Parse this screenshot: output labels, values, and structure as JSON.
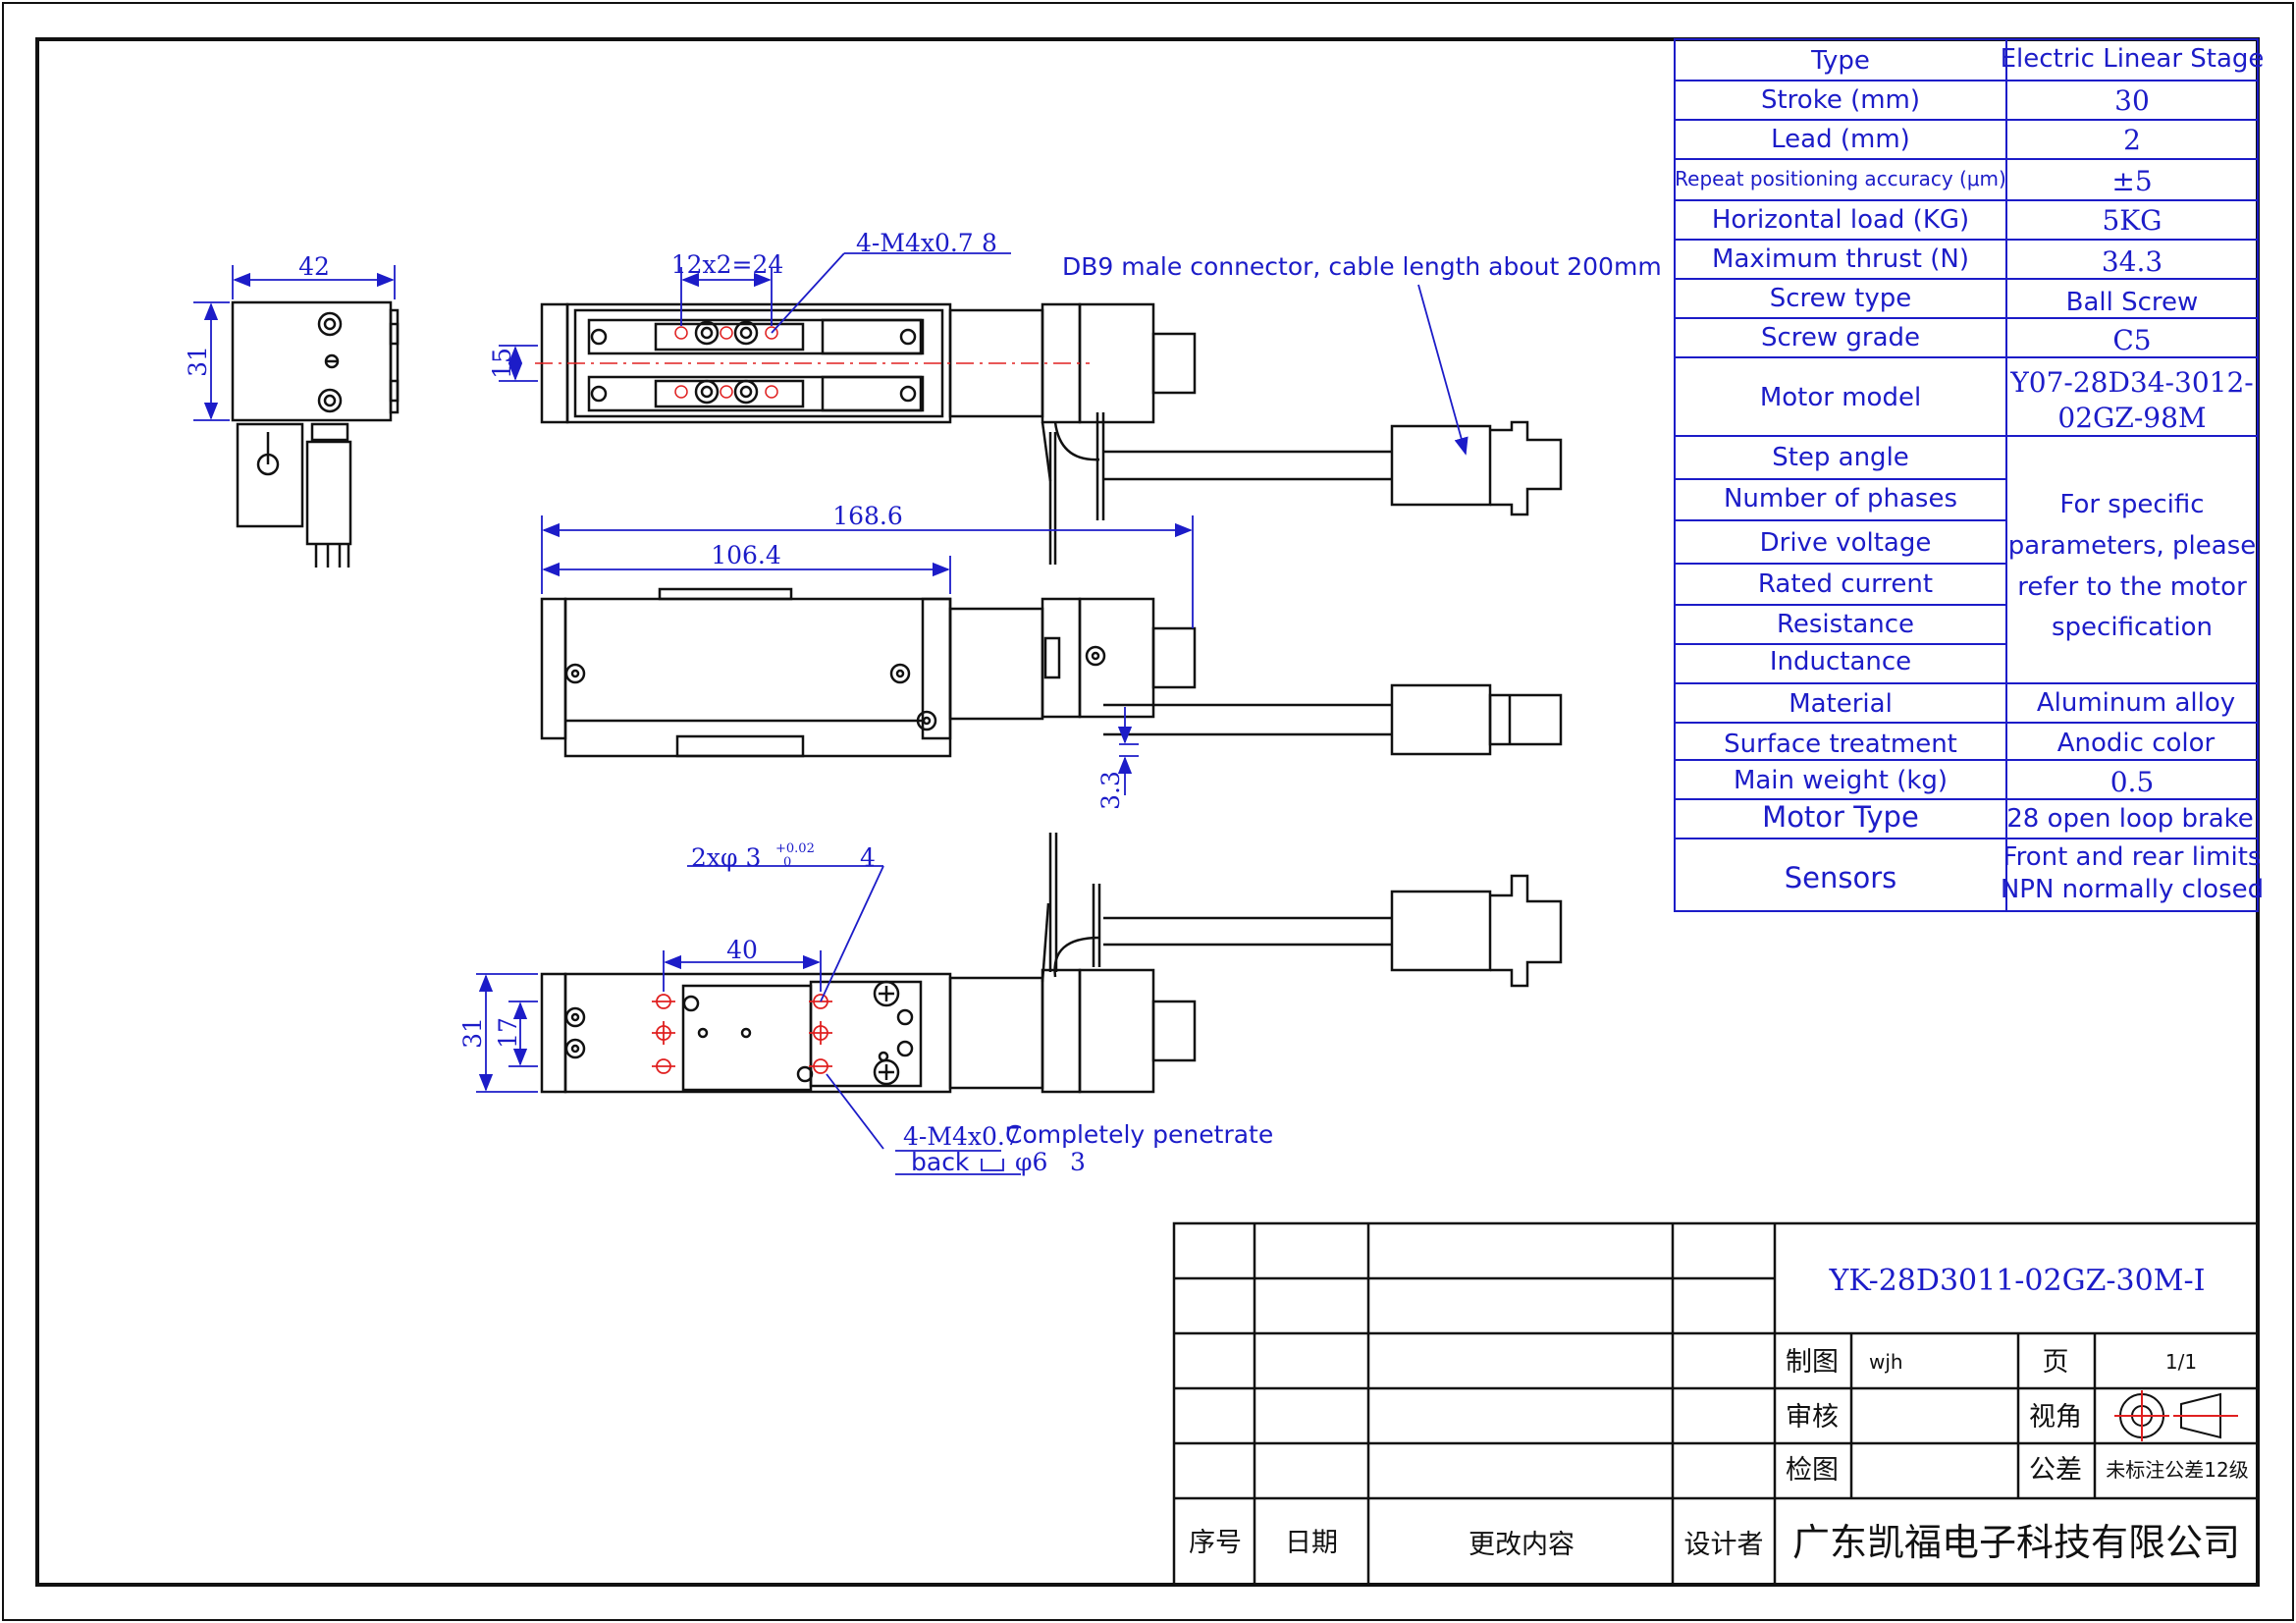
{
  "spec_table": {
    "rows": [
      {
        "label": "Type",
        "value": "Electric Linear Stage"
      },
      {
        "label": "Stroke (mm)",
        "value": "30"
      },
      {
        "label": "Lead (mm)",
        "value": "2"
      },
      {
        "label": "Repeat positioning accuracy (μm)",
        "value": "±5"
      },
      {
        "label": "Horizontal load (KG)",
        "value": "5KG"
      },
      {
        "label": "Maximum thrust (N)",
        "value": "34.3"
      },
      {
        "label": "Screw type",
        "value": "Ball Screw"
      },
      {
        "label": "Screw grade",
        "value": "C5"
      }
    ],
    "motor_model_label": "Motor model",
    "motor_model_value_line1": "Y07-28D34-3012-",
    "motor_model_value_line2": "02GZ-98M",
    "motor_param_labels": [
      "Step angle",
      "Number of phases",
      "Drive voltage",
      "Rated current",
      "Resistance",
      "Inductance"
    ],
    "motor_param_note": [
      "For specific",
      "parameters, please",
      "refer to the motor",
      "specification"
    ],
    "rows2": [
      {
        "label": "Material",
        "value": "Aluminum alloy"
      },
      {
        "label": "Surface treatment",
        "value": "Anodic color"
      },
      {
        "label": "Main weight (kg)",
        "value": "0.5"
      },
      {
        "label": "Motor Type",
        "value": "28 open loop brake"
      }
    ],
    "sensors_label": "Sensors",
    "sensors_value_line1": "Front and rear limits",
    "sensors_value_line2": "NPN normally closed"
  },
  "dimensions": {
    "side_width": "42",
    "side_height": "31",
    "top_slot": "12x2=24",
    "top_thread": "4-M4x0.7",
    "top_thread_depth": "8",
    "top_height": "15",
    "total_length": "168.6",
    "body_length": "106.4",
    "offset": "3.3",
    "pin_hole": "2xφ 3",
    "pin_tol_upper": "+0.02",
    "pin_tol_lower": "0",
    "pin_depth": "4",
    "hole_spacing": "40",
    "bottom_width": "31",
    "bottom_inner": "17",
    "bottom_thread": "4-M4x0.7",
    "bottom_thread_note": "Completely penetrate",
    "bottom_back_label": "back",
    "bottom_back_note": "φ6",
    "bottom_back_depth": "3"
  },
  "annotations": {
    "connector_note": "DB9 male connector, cable length about 200mm"
  },
  "title_block": {
    "drawing_number": "YK-28D3011-02GZ-30M-I",
    "drawn_by_label": "制图",
    "drawn_by_value": "wjh",
    "page_label": "页",
    "page_value": "1/1",
    "review_label": "审核",
    "view_label": "视角",
    "check_label": "检图",
    "tolerance_label": "公差",
    "tolerance_value": "未标注公差12级",
    "col_seq": "序号",
    "col_date": "日期",
    "col_change": "更改内容",
    "designer_label": "设计者",
    "company": "广东凯福电子科技有限公司"
  },
  "colors": {
    "dimension_blue": "#1c1cc8",
    "centerline_red": "#e02020",
    "outline_black": "#111111"
  }
}
